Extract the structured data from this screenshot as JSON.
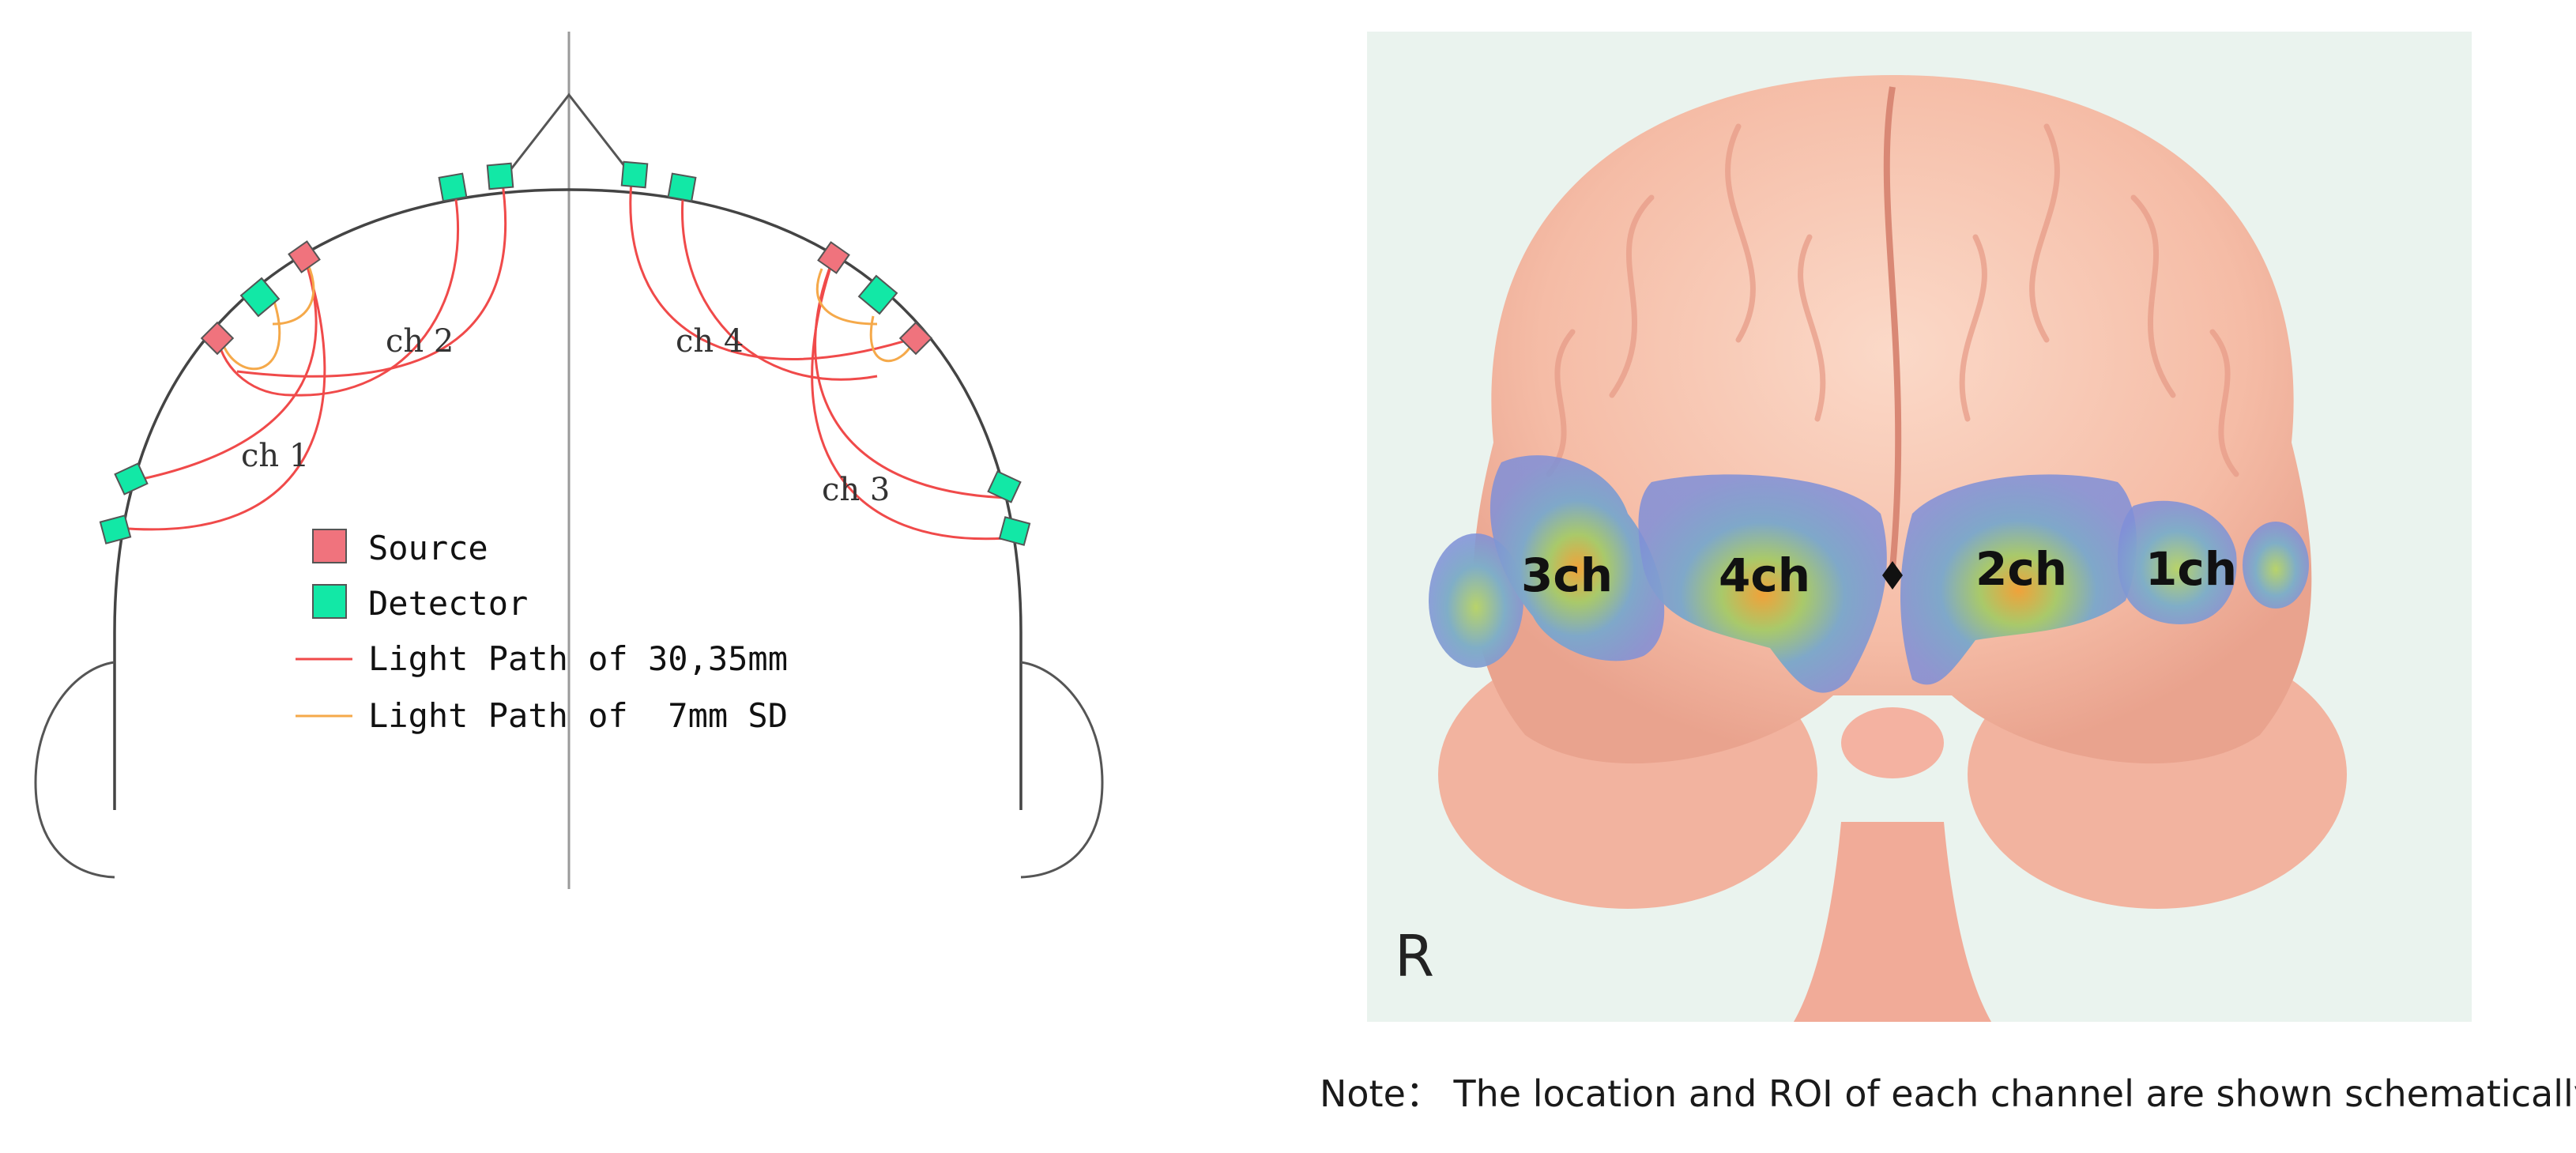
{
  "left_diagram": {
    "channels": [
      "ch 1",
      "ch 2",
      "ch 3",
      "ch 4"
    ],
    "legend": {
      "source": "Source",
      "detector": "Detector",
      "light_long": "Light Path of 30,35mm",
      "light_short": "Light Path of  7mm SD"
    },
    "colors": {
      "source": "#f0737d",
      "detector": "#12e8a6",
      "light_long": "#f04a4a",
      "light_short": "#f5a94a",
      "outline": "#444444"
    }
  },
  "right_image": {
    "channel_labels": [
      "3ch",
      "4ch",
      "2ch",
      "1ch"
    ],
    "side_label": "R",
    "colors": {
      "background": "#eaf3ee",
      "brain": "#f7c2ae",
      "roi": "#7f9bd8"
    }
  },
  "note": "Note： The location and ROI of each channel are shown schematically."
}
